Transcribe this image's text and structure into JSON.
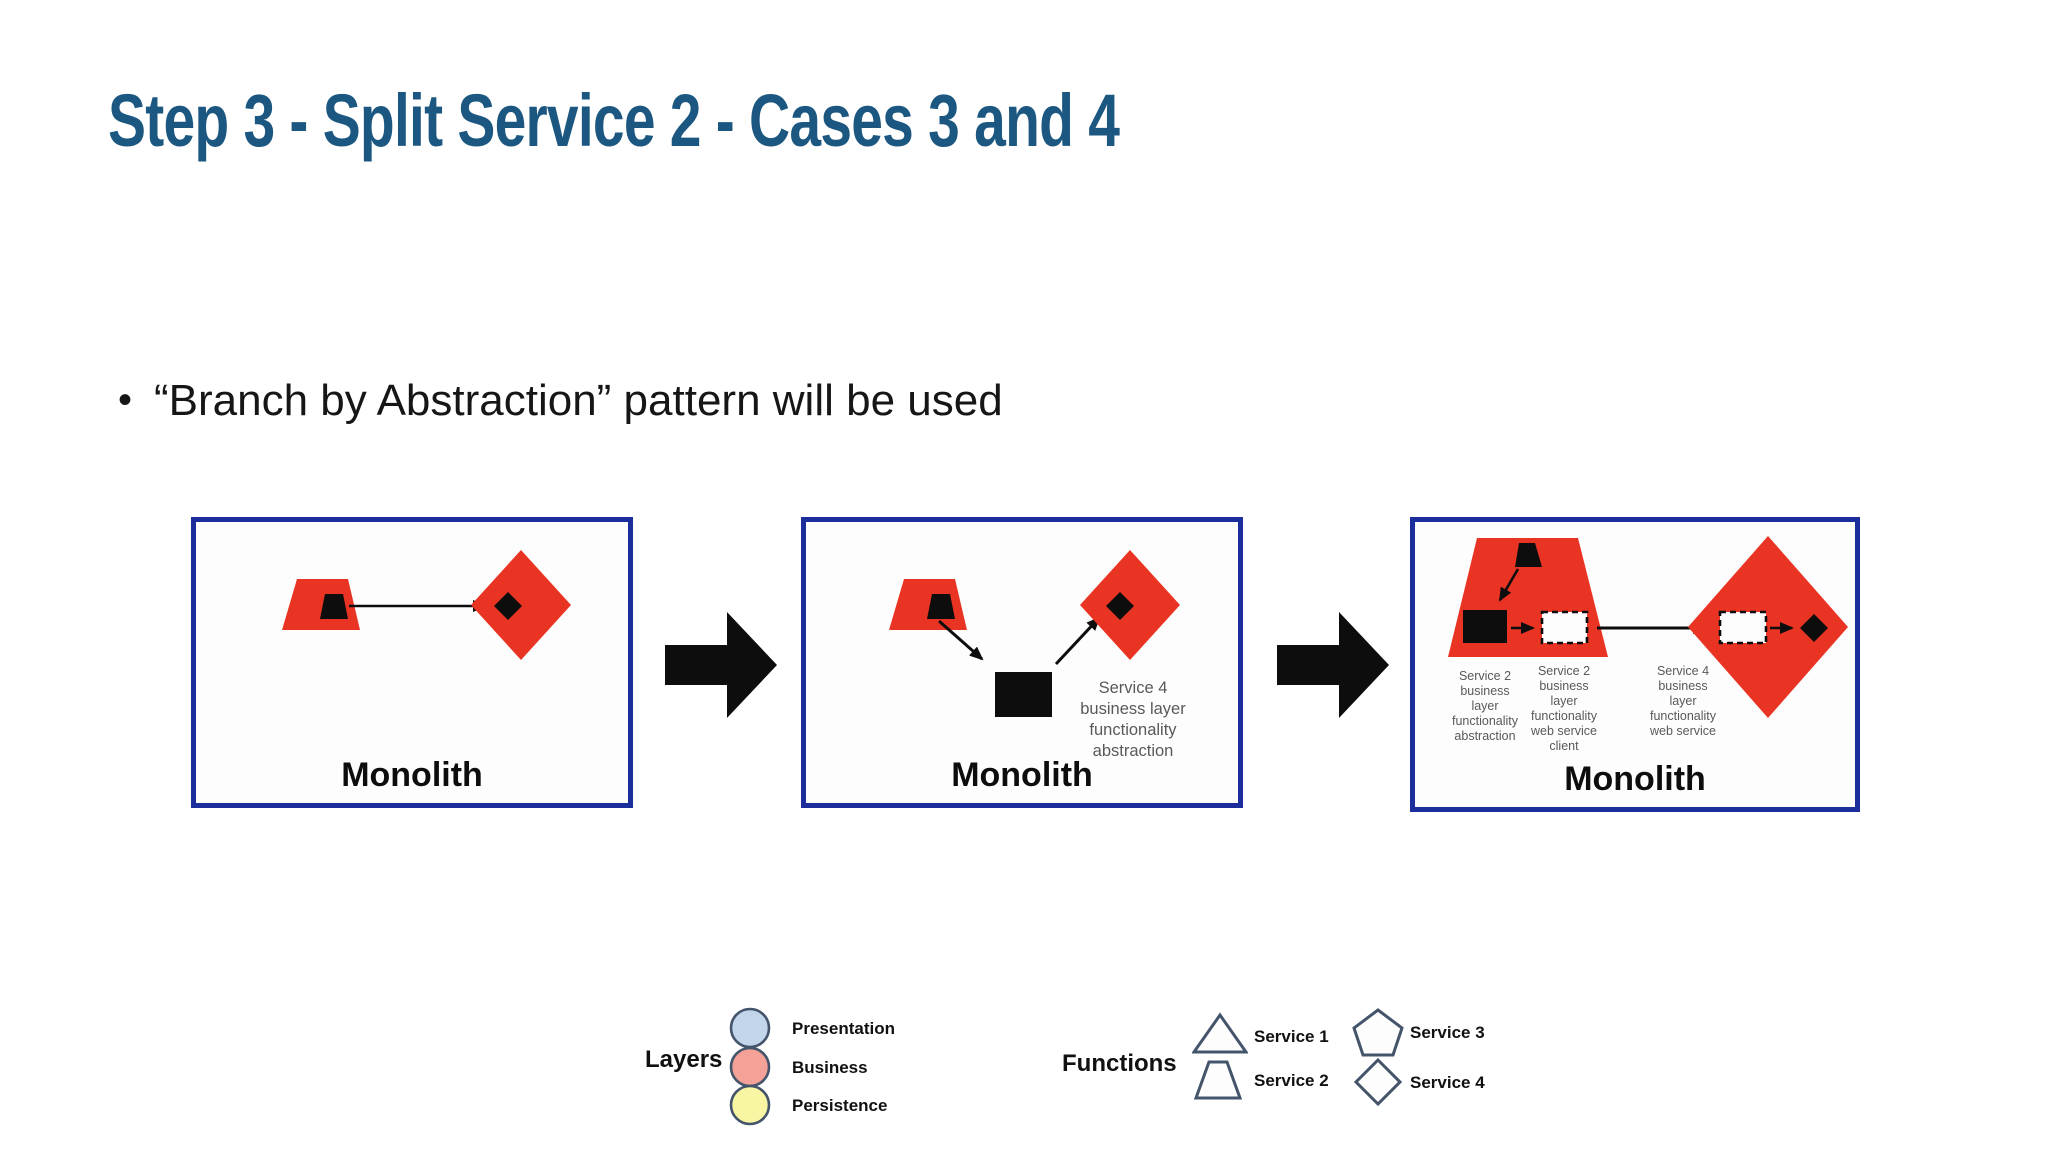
{
  "slide": {
    "title": "Step 3 - Split Service 2 - Cases 3 and 4",
    "bullet_marker": "•",
    "bullet_text": "“Branch by Abstraction” pattern will be used"
  },
  "diagram": {
    "monoliths": [
      {
        "label": "Monolith"
      },
      {
        "label": "Monolith",
        "abstraction_note": "Service 4\nbusiness layer\nfunctionality\nabstraction"
      },
      {
        "label": "Monolith",
        "notes": {
          "abstraction": "Service 2\nbusiness\nlayer\nfunctionality\nabstraction",
          "ws_client": "Service 2\nbusiness\nlayer\nfunctionality\nweb service\nclient",
          "ws": "Service 4\nbusiness\nlayer\nfunctionality\nweb service"
        }
      }
    ]
  },
  "legend": {
    "layers": {
      "title": "Layers",
      "items": [
        {
          "label": "Presentation",
          "fill": "#c3d5eb"
        },
        {
          "label": "Business",
          "fill": "#f4a297"
        },
        {
          "label": "Persistence",
          "fill": "#f8f6a2"
        }
      ]
    },
    "functions": {
      "title": "Functions",
      "items": [
        {
          "label": "Service 1",
          "shape": "triangle"
        },
        {
          "label": "Service 2",
          "shape": "trapezoid"
        },
        {
          "label": "Service 3",
          "shape": "pentagon"
        },
        {
          "label": "Service 4",
          "shape": "diamond"
        }
      ]
    }
  },
  "colors": {
    "red": "#ea3423",
    "navy": "#1c2e9c",
    "title-blue": "#1b5780",
    "outline": "#44546a",
    "note-gray": "#595959"
  }
}
